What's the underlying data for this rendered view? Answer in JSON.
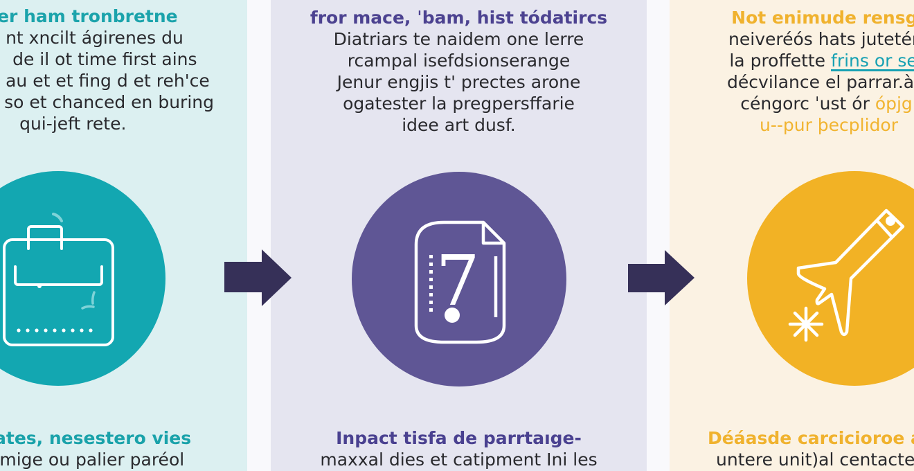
{
  "steps": [
    {
      "id": "step-1",
      "theme_color": "#13a7b1",
      "panel_color": "#dcf0f1",
      "icon": "briefcase-icon",
      "top": {
        "heading": "er ham tronbretne",
        "lines": [
          "nt xncilt ágirenes du",
          "de il ot time first ains",
          "au et et fing d et reh'ce",
          "so et chanced en buring",
          "qui-jeft rete."
        ]
      },
      "bottom": {
        "heading": "ates, nesestero vies",
        "line": "Imige ou palier paréol"
      }
    },
    {
      "id": "step-2",
      "theme_color": "#5f5695",
      "panel_color": "#e5e5f0",
      "icon": "document-question-icon",
      "icon_glyph": "7",
      "top": {
        "heading": "fror mace, ˈbam, hist tódatircs",
        "lines": [
          "Diatriars te naidem one lerre",
          "rcampal isefdsionserange",
          "Jenur engjis t' prectes arone",
          "ogatester la pregpersffarie",
          "idee art dusf."
        ]
      },
      "bottom": {
        "heading": "Inpact tisfa de parrtaıge-",
        "line": "maxxal dies et catipment Ini les"
      }
    },
    {
      "id": "step-3",
      "theme_color": "#f2b225",
      "panel_color": "#fbf2e3",
      "icon": "rocket-icon",
      "top": {
        "heading": "Not enimude rensgr",
        "line1": "neiveréós hats jutetére",
        "line2_prefix": "la proffette ",
        "line2_link": "frins or sen",
        "line3": "décvilance el parrar.à b",
        "line4_prefix": "céngorc ˈust ór ",
        "line4_accent": "ópjgı",
        "line5_accent": "u--pur þecplidor"
      },
      "bottom": {
        "heading": "Déáasde carcicioroe a",
        "line": "untere unit)al centacte"
      }
    }
  ],
  "connectors": [
    {
      "from": "step-1",
      "to": "step-2",
      "icon": "arrow-right-icon",
      "color": "#363058"
    },
    {
      "from": "step-2",
      "to": "step-3",
      "icon": "arrow-right-icon",
      "color": "#363058"
    }
  ]
}
